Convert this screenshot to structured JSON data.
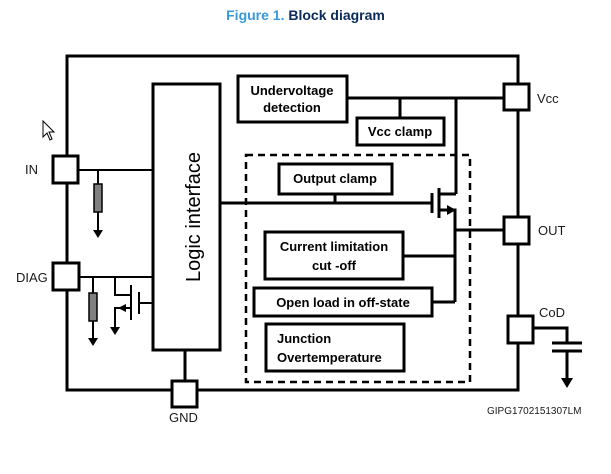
{
  "figure": {
    "number": "Figure 1.",
    "title": "Block diagram",
    "number_color": "#3a9ad9",
    "title_color": "#0b2a5b"
  },
  "blocks": {
    "logic_interface": "Logic interface",
    "undervoltage_line1": "Undervoltage",
    "undervoltage_line2": "detection",
    "vcc_clamp": "Vcc clamp",
    "output_clamp": "Output clamp",
    "current_limitation_line1": "Current limitation",
    "current_limitation_line2": "cut -off",
    "open_load": "Open load in off-state",
    "junction_line1": "Junction",
    "junction_line2": "Overtemperature"
  },
  "pins": {
    "vcc": "Vcc",
    "in": "IN",
    "diag": "DIAG",
    "out": "OUT",
    "cod": "CoD",
    "gnd": "GND"
  },
  "figure_code": "GIPG1702151307LM"
}
